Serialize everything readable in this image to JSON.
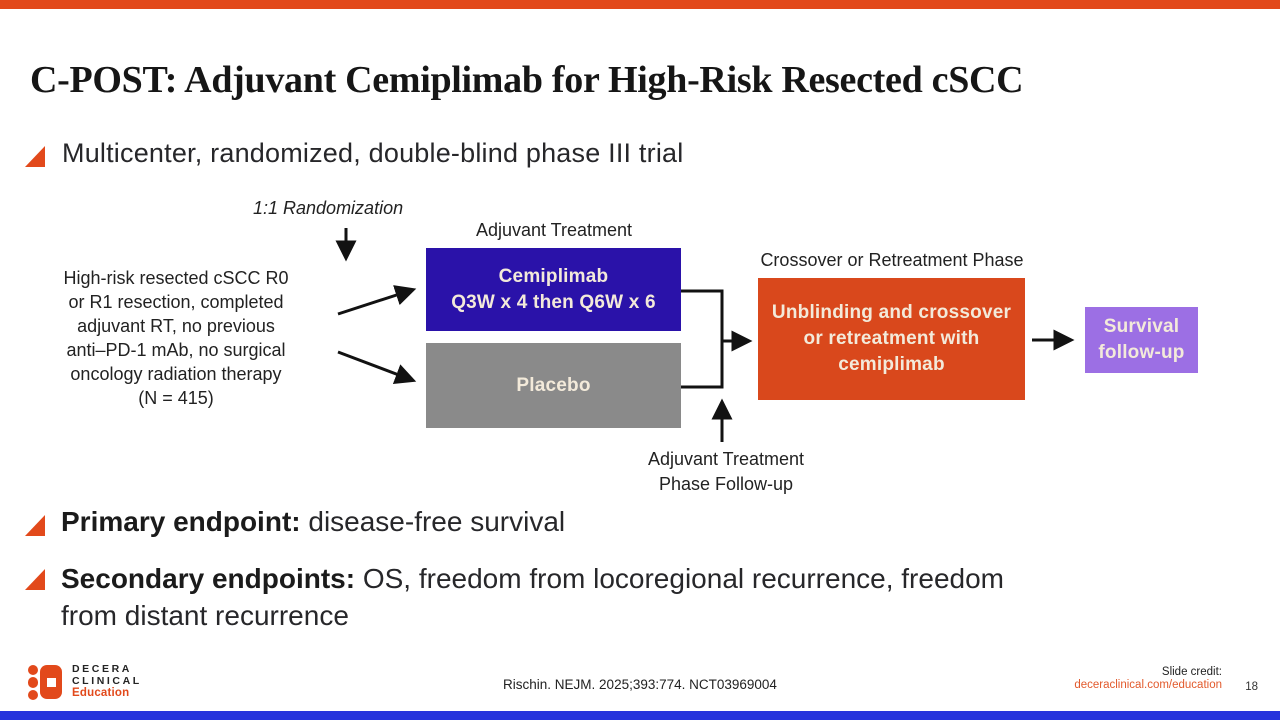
{
  "slide": {
    "title": "C-POST: Adjuvant Cemiplimab for High-Risk Resected cSCC",
    "intro_bullet": "Multicenter, randomized, double-blind phase III trial",
    "primary_label": "Primary endpoint:",
    "primary_text": " disease-free survival",
    "secondary_label": "Secondary endpoints:",
    "secondary_text_line1": " OS, freedom from locoregional recurrence, freedom",
    "secondary_text_line2": "from distant recurrence"
  },
  "diagram": {
    "randomization_label": "1:1 Randomization",
    "adjuvant_phase_label": "Adjuvant Treatment",
    "crossover_phase_label": "Crossover or Retreatment Phase",
    "population_lines": [
      "High-risk resected cSCC R0",
      "or R1 resection, completed",
      "adjuvant RT, no previous",
      "anti–PD-1 mAb, no surgical",
      "oncology radiation therapy",
      "(N = 415)"
    ],
    "cemiplimab_box": {
      "line1": "Cemiplimab",
      "line2": "Q3W x 4 then Q6W x 6"
    },
    "placebo_box": {
      "line1": "Placebo"
    },
    "crossover_box": {
      "line1": "Unblinding and crossover",
      "line2": "or retreatment with",
      "line3": "cemiplimab"
    },
    "survival_box": {
      "line1": "Survival",
      "line2": "follow-up"
    },
    "followup_label": {
      "line1": "Adjuvant Treatment",
      "line2": "Phase Follow-up"
    }
  },
  "footer": {
    "logo_line1": "DECERA",
    "logo_line2": "CLINICAL",
    "logo_line3": "Education",
    "citation": "Rischin. NEJM. 2025;393:774. NCT03969004",
    "credit_label": "Slide credit:",
    "credit_link": "deceraclinical.com/education",
    "page_number": "18"
  },
  "icons": {
    "bullet": "triangle-flag-icon",
    "logo": "decera-logo-icon",
    "arrows": "black-flow-arrows"
  },
  "colors": {
    "accent_orange": "#E2491B",
    "cemiplimab_blue": "#2A12A9",
    "placebo_gray": "#8A8A8A",
    "crossover_orange": "#D9481C",
    "survival_purple": "#9C6FE4",
    "box_text_cream": "#F3EADA",
    "text_dark": "#1F1F1F",
    "top_bar": "#E2491B",
    "bottom_bar": "#2634DC",
    "link_orange": "#E25A2C"
  }
}
